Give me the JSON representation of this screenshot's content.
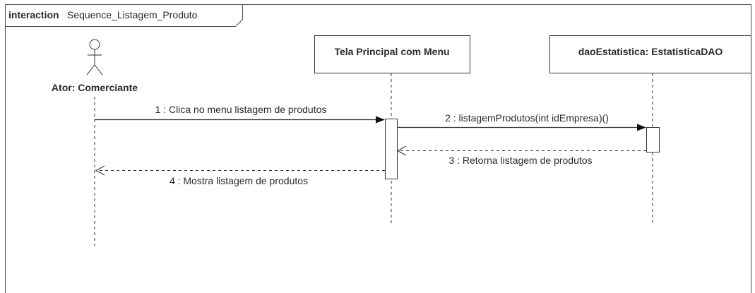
{
  "frame": {
    "keyword": "interaction",
    "name": "Sequence_Listagem_Produto"
  },
  "lifelines": {
    "actor": {
      "name": "Ator: Comerciante"
    },
    "tela": {
      "name": "Tela Principal com Menu"
    },
    "dao": {
      "name": "daoEstatistica: EstatisticaDAO"
    }
  },
  "messages": [
    {
      "label": "1 : Clica no menu listagem de produtos",
      "kind": "synchronous"
    },
    {
      "label": "2 : listagemProdutos(int idEmpresa)()",
      "kind": "synchronous"
    },
    {
      "label": "3 : Retorna listagem de produtos",
      "kind": "reply"
    },
    {
      "label": "4 : Mostra listagem de produtos",
      "kind": "reply"
    }
  ],
  "colors": {
    "line": "#3a3a3a",
    "box_fill": "#ffffff",
    "text": "#2b2b2b"
  }
}
